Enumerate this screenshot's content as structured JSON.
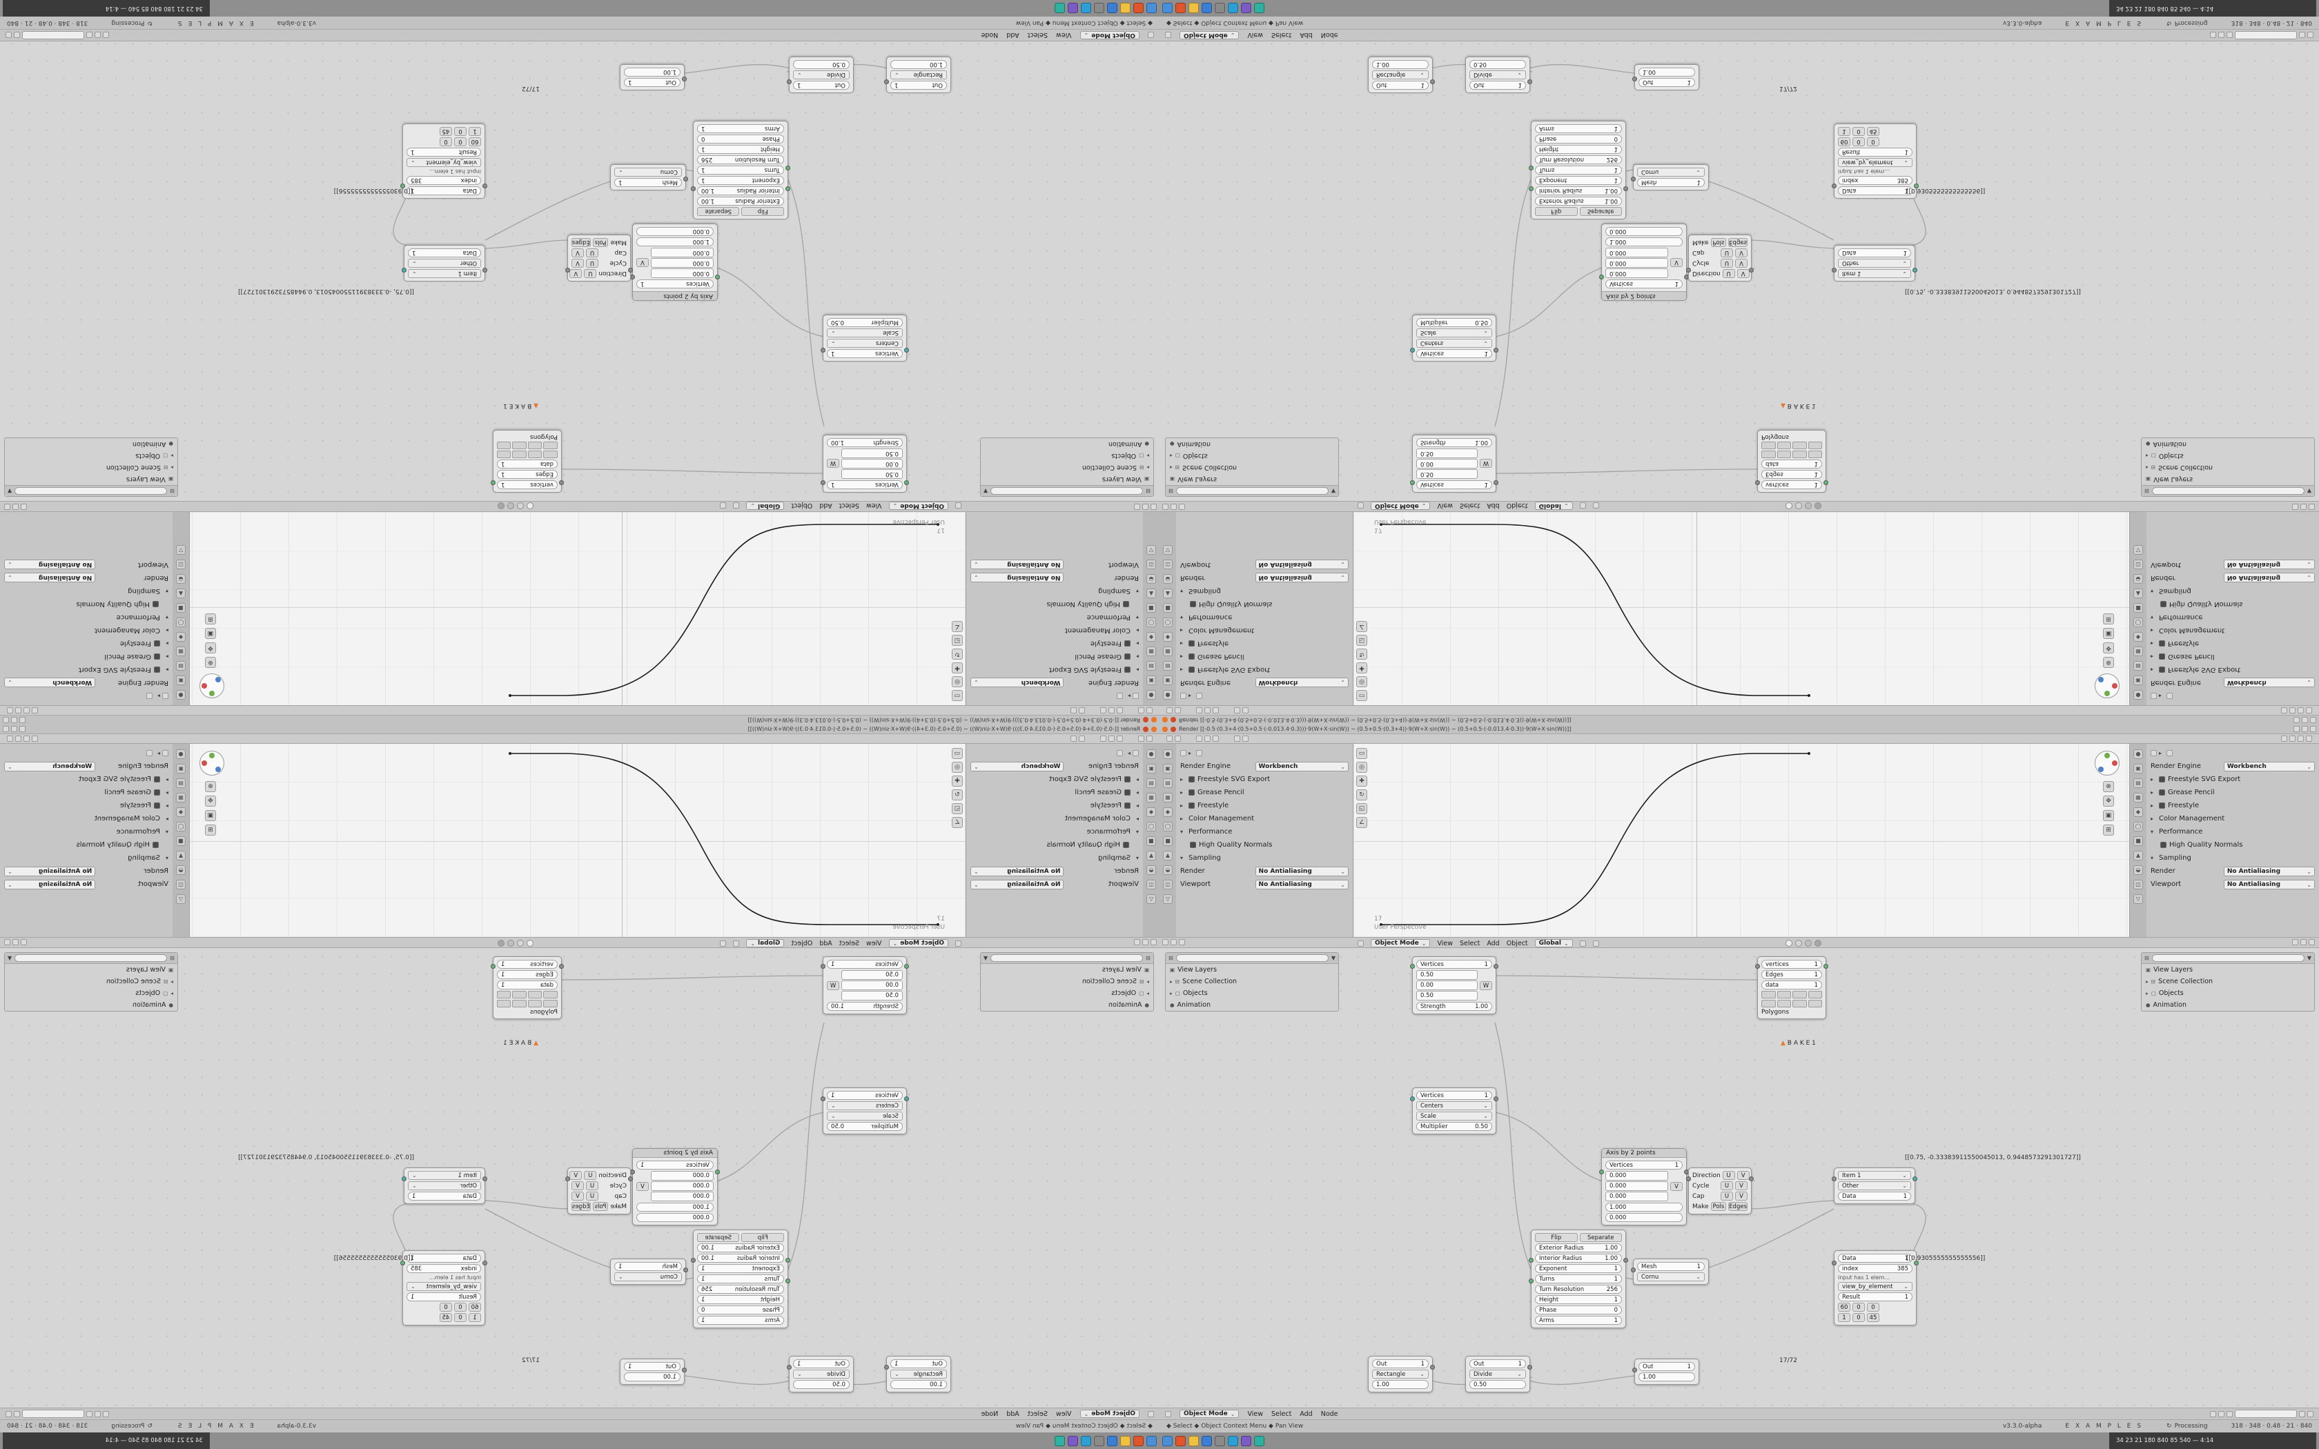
{
  "app": {
    "version": "v3.3.0-alpha",
    "file": "E X A M P L E S",
    "processing": "Processing"
  },
  "colors": {
    "accent_orange": "#e8762c",
    "warning_red": "#d14b28",
    "taskbar_icon_colors": [
      "#4a90d9",
      "#e0562c",
      "#f0c040",
      "#3b7fd4",
      "#8a8a8a",
      "#2e9fd4",
      "#7a5cc4",
      "#30b0a0"
    ]
  },
  "topbar": {
    "formula": "Render  [[-0.5·(0.3+4·(0.5+0.5·(-0.013.4·0.3)))·9(W+X·sin(W))  −  (0.5+0.5·(0.3+4))·9(W+X·sin(W))  −  (0.5+0.5·(-0.013.4·0.3))·9(W+X·sin(W))]]"
  },
  "props": {
    "engine_label": "Render Engine",
    "engine_value": "Workbench",
    "p1": "Freestyle SVG Export",
    "p2": "Grease Pencil",
    "p3": "Freestyle",
    "p4": "Color Management",
    "p5": "Performance",
    "hqn": "High Quality Normals",
    "sampling": "Sampling",
    "render_label": "Render",
    "render_value": "No Antialiasing",
    "viewport_label": "Viewport",
    "viewport_value": "No Antialiasing"
  },
  "viewport": {
    "frame": "17",
    "view_label": "User Perspective",
    "mode": "Object Mode",
    "m_view": "View",
    "m_select": "Select",
    "m_add": "Add",
    "m_object": "Object",
    "orientation": "Global"
  },
  "outliner": {
    "title": "View Layers",
    "r1": "Scene Collection",
    "r2": "Objects",
    "r3": "Animation"
  },
  "nodeheader": {
    "mode": "Object Mode",
    "m_view": "View",
    "m_select": "Select",
    "m_add": "Add",
    "m_node": "Node"
  },
  "labels": {
    "vec": "[[0.75, -0.33383911550045013, 0.9448573291301727]]",
    "num": "[[0.9305555555555556]]",
    "bake": "B A K E 1",
    "frac": "17/72"
  },
  "nodes": {
    "vecval": {
      "l1": "Vertices",
      "v1": "1",
      "x": "0.50",
      "y": "0.00",
      "z": "0.50",
      "axis": "W",
      "l2": "Strength",
      "v2": "1.00"
    },
    "centers": {
      "l1": "Vertices",
      "v1": "1",
      "d1": "Centers",
      "d2": "Scale",
      "l2": "Multiplier",
      "v2": "0.50"
    },
    "axis": {
      "title": "Axis by 2 points",
      "l1": "Vertices",
      "v1": "1",
      "x": "0.000",
      "y": "0.000",
      "z": "0.000",
      "sep": "V",
      "w1": "1.000",
      "w2": "0.000"
    },
    "cornu": {
      "l1": "Mesh",
      "v1": "1",
      "d1": "Cornu"
    },
    "spiral": {
      "t1": "Flip",
      "t2": "Separate",
      "r1l": "Exterior Radius",
      "r1v": "1.00",
      "r2l": "Interior Radius",
      "r2v": "1.00",
      "r3l": "Exponent",
      "r3v": "1",
      "r4l": "Turns",
      "r4v": "1",
      "r5l": "Turn Resolution",
      "r5v": "256",
      "r6l": "Height",
      "r6v": "1",
      "r7l": "Phase",
      "r7v": "0",
      "r8l": "Arms",
      "r8v": "1"
    },
    "rect": {
      "l1": "Out",
      "v1": "1",
      "name": "Rectangle",
      "val": "1.00"
    },
    "divide": {
      "l1": "Out",
      "v1": "1",
      "name": "Divide",
      "val": "0.50"
    },
    "out": {
      "l1": "Out",
      "v1": "1",
      "val": "1.00"
    },
    "uv": {
      "r1": "Direction",
      "r2": "Cycle",
      "r3": "Cap",
      "u": "U",
      "v": "V",
      "make": "Make",
      "a": "Pols",
      "b": "Edges"
    },
    "meshdata": {
      "l1": "vertices",
      "v1": "1",
      "l2": "Edges",
      "v2": "1",
      "l3": "data",
      "v3": "1",
      "poly": "Polygons"
    },
    "item": {
      "d1": "Item 1",
      "d2": "Other",
      "l1": "Data",
      "v1": "1"
    },
    "elem": {
      "l1": "Data",
      "v1": "1",
      "l2": "index",
      "v2": "385",
      "note": "input has 1 elem…",
      "d1": "view_by_element",
      "l3": "Result",
      "v3": "1",
      "a1": "60",
      "a2": "0",
      "a3": "0",
      "b1": "1",
      "b2": "0",
      "b3": "45"
    }
  },
  "status": {
    "hints": "◆ Select     ◆ Object Context Menu     ◆ Pan View",
    "stats": "318 · 348 · 0.48 · 21 · 840"
  },
  "taskbar": {
    "tray": "34 23 21 180 840 85 540 — 4:14"
  }
}
